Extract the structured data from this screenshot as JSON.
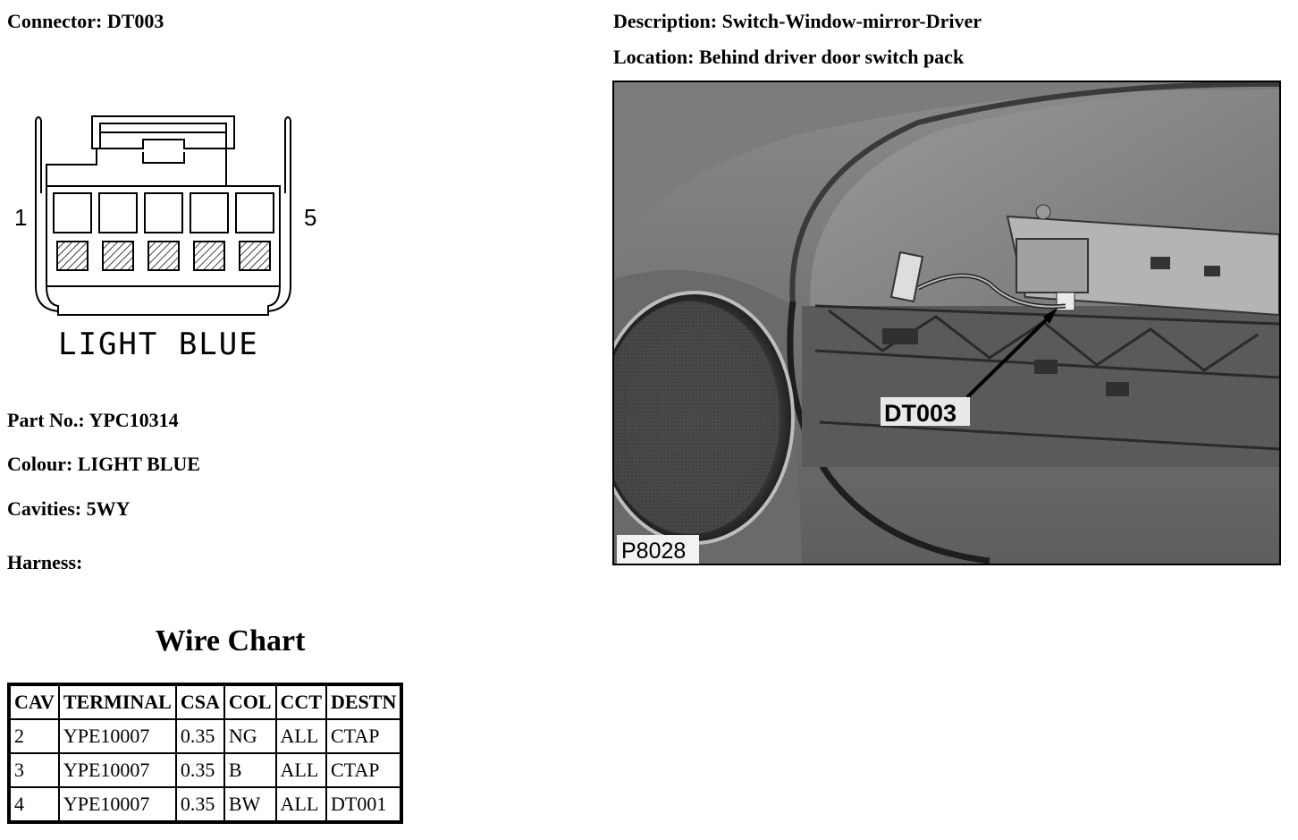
{
  "connector": {
    "label": "Connector:",
    "value": "DT003"
  },
  "description": {
    "label": "Description:",
    "value": "Switch-Window-mirror-Driver"
  },
  "location": {
    "label": "Location:",
    "value": "Behind driver door switch pack"
  },
  "diagram": {
    "pin_left": "1",
    "pin_right": "5",
    "colour_text": "LIGHT BLUE"
  },
  "part_no": {
    "label": "Part No.:",
    "value": "YPC10314"
  },
  "colour": {
    "label": "Colour:",
    "value": "LIGHT BLUE"
  },
  "cavities": {
    "label": "Cavities:",
    "value": "5WY"
  },
  "harness": {
    "label": "Harness:",
    "value": ""
  },
  "photo": {
    "callout": "DT003",
    "ref": "P8028"
  },
  "wire_chart": {
    "title": "Wire Chart",
    "headers": [
      "CAV",
      "TERMINAL",
      "CSA",
      "COL",
      "CCT",
      "DESTN"
    ],
    "rows": [
      [
        "2",
        "YPE10007",
        "0.35",
        "NG",
        "ALL",
        "CTAP"
      ],
      [
        "3",
        "YPE10007",
        "0.35",
        "B",
        "ALL",
        "CTAP"
      ],
      [
        "4",
        "YPE10007",
        "0.35",
        "BW",
        "ALL",
        "DT001"
      ]
    ]
  }
}
